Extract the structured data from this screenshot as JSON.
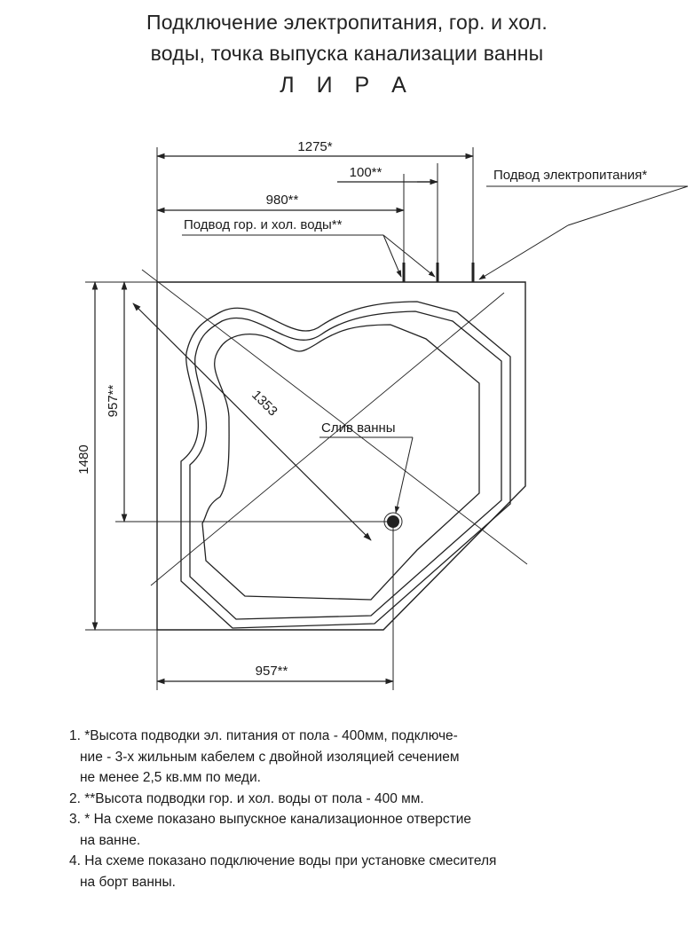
{
  "title": {
    "line1": "Подключение электропитания, гор. и хол.",
    "line2": "воды, точка выпуска канализации ванны",
    "line3": "Л И Р А"
  },
  "drawing": {
    "dim_total_width": "1275*",
    "dim_outlet_offset": "100**",
    "dim_water_inlet": "980**",
    "label_power": "Подвод электропитания*",
    "label_water": "Подвод гор. и хол. воды**",
    "dim_diagonal": "1353",
    "label_drain": "Слив ванны",
    "dim_side_vertical": "957**",
    "dim_total_height": "1480",
    "dim_side_horizontal": "957**"
  },
  "notes": [
    "1. *Высота подводки эл. питания от пола - 400мм, подключе-",
    "ние - 3-х жильным кабелем с двойной изоляцией сечением",
    "не менее 2,5 кв.мм по меди.",
    "2. **Высота подводки гор. и хол. воды от пола - 400 мм.",
    "3. * На схеме показано выпускное канализационное отверстие",
    "на ванне.",
    "4. На схеме показано подключение воды при установке смесителя",
    "на борт ванны."
  ]
}
